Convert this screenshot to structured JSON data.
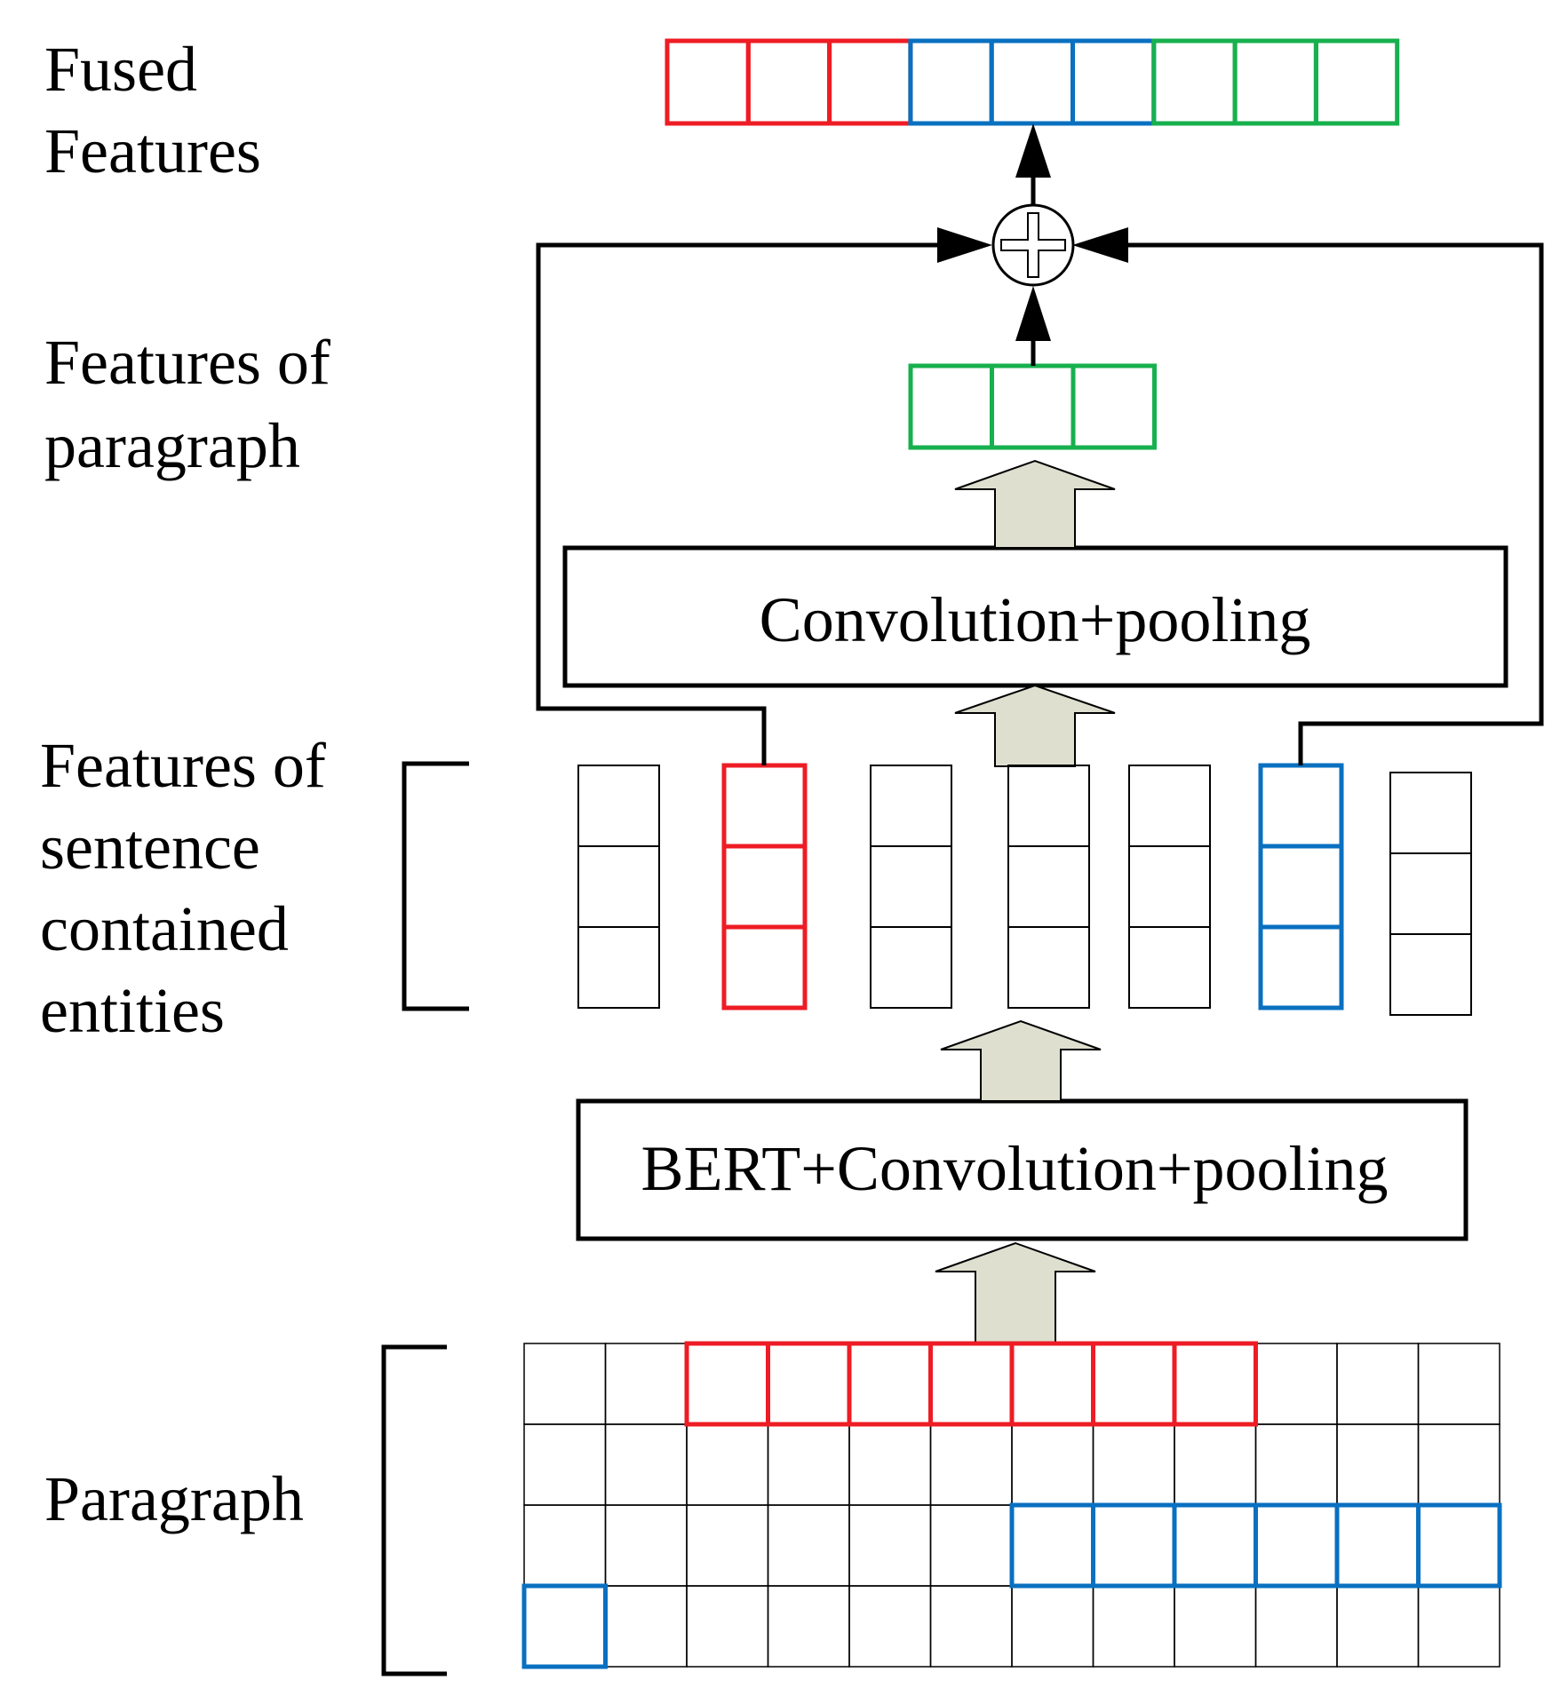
{
  "labels": {
    "fused_line1": "Fused",
    "fused_line2": "Features",
    "para_feat_line1": "Features of",
    "para_feat_line2": "paragraph",
    "sent_line1": "Features of",
    "sent_line2": "sentence",
    "sent_line3": "contained",
    "sent_line4": "entities",
    "paragraph": "Paragraph"
  },
  "boxes": {
    "conv_pool": "Convolution+pooling",
    "bert_conv_pool": "BERT+Convolution+pooling"
  },
  "colors": {
    "red": "#ee1c24",
    "blue": "#0a70c0",
    "green": "#17b04e",
    "arrow_fill": "#dedfcf",
    "black": "#000000"
  },
  "fused_cells": [
    "red",
    "red",
    "red",
    "blue",
    "blue",
    "blue",
    "green",
    "green",
    "green"
  ],
  "paragraph_features_cells": [
    "green",
    "green",
    "green"
  ],
  "sentence_columns": [
    "none",
    "red",
    "none",
    "none",
    "none",
    "blue",
    "none"
  ],
  "paragraph_grid": {
    "rows": 4,
    "cols": 12,
    "red_row": 0,
    "red_cols": [
      2,
      3,
      4,
      5,
      6,
      7,
      8
    ],
    "blue_row": 2,
    "blue_cols": [
      6,
      7,
      8,
      9,
      10,
      11
    ],
    "blue_single": [
      3,
      0
    ]
  }
}
